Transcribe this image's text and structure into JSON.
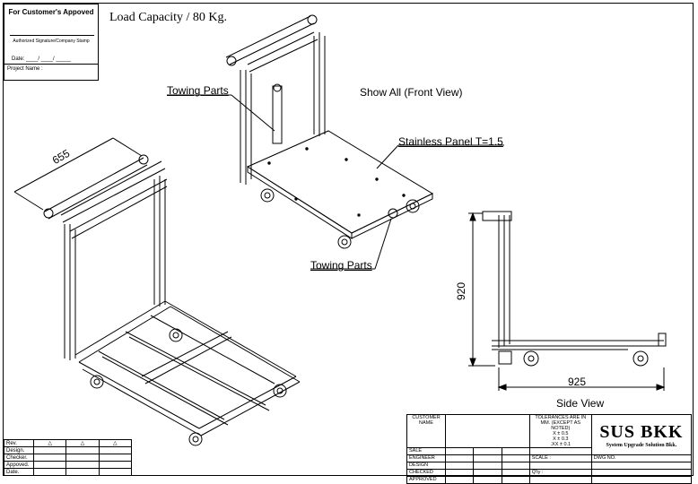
{
  "approval": {
    "title": "For Customer's Appoved",
    "signature_label": "Authorized Signature/Company Stamp",
    "date_label": "Date: ____/ ____/ _____",
    "project_label": "Project Name :"
  },
  "load_capacity": "Load Capacity / 80 Kg.",
  "labels": {
    "towing_top": "Towing Parts",
    "show_all": "Show All (Front View)",
    "panel": "Stainless Panel T=1.5",
    "towing_bottom": "Towing Parts",
    "side_view": "Side View"
  },
  "dimensions": {
    "width_655": "655",
    "height_920": "920",
    "length_925": "925"
  },
  "revision": {
    "rows": [
      "Rev.",
      "Design.",
      "Checker.",
      "Appoved.",
      "Date."
    ]
  },
  "title_block": {
    "customer_name": "CUSTOMER NAME",
    "roles": [
      "SALE",
      "ENGINEER",
      "DESIGN",
      "CHECKED",
      "APPROVED"
    ],
    "tolerances": "TOLERANCES ARE IN MM. (EXCEPT AS NOTED)",
    "tol_x": "X  ± 0.5",
    "tol_xx": "X  ± 0.3",
    "tol_xxx": ".XX ± 0.1",
    "scale": "SCALE :",
    "qty": "Q'ty :",
    "company": "SUS BKK",
    "company_full": "System Upgrade Solution Bkk.",
    "dwg_no": "DWG NO."
  }
}
